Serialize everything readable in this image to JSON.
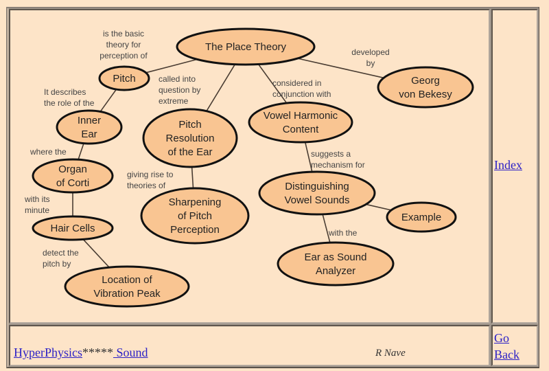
{
  "concept_map": {
    "nodes": [
      {
        "id": "place_theory",
        "lines": [
          "The Place Theory"
        ]
      },
      {
        "id": "pitch",
        "lines": [
          "Pitch"
        ]
      },
      {
        "id": "bekesy",
        "lines": [
          "Georg",
          "von Bekesy"
        ]
      },
      {
        "id": "inner_ear",
        "lines": [
          "Inner",
          "Ear"
        ]
      },
      {
        "id": "pitch_resolution",
        "lines": [
          "Pitch",
          "Resolution",
          "of the Ear"
        ]
      },
      {
        "id": "vowel_harmonic",
        "lines": [
          "Vowel Harmonic",
          "Content"
        ]
      },
      {
        "id": "organ_corti",
        "lines": [
          "Organ",
          "of Corti"
        ]
      },
      {
        "id": "sharpening",
        "lines": [
          "Sharpening",
          "of Pitch",
          "Perception"
        ]
      },
      {
        "id": "distinguishing",
        "lines": [
          "Distinguishing",
          "Vowel Sounds"
        ]
      },
      {
        "id": "example",
        "lines": [
          "Example"
        ]
      },
      {
        "id": "hair_cells",
        "lines": [
          "Hair Cells"
        ]
      },
      {
        "id": "ear_analyzer",
        "lines": [
          "Ear as Sound",
          "Analyzer"
        ]
      },
      {
        "id": "vibration_peak",
        "lines": [
          "Location of",
          "Vibration Peak"
        ]
      }
    ],
    "links": [
      {
        "from": "place_theory",
        "to": "pitch",
        "label": [
          "is the basic",
          "theory for",
          "perception of"
        ]
      },
      {
        "from": "place_theory",
        "to": "bekesy",
        "label": [
          "developed",
          "by"
        ]
      },
      {
        "from": "place_theory",
        "to": "pitch_resolution",
        "label": [
          "called into",
          "question by",
          "extreme"
        ]
      },
      {
        "from": "place_theory",
        "to": "vowel_harmonic",
        "label": [
          "considered in",
          "conjunction with"
        ]
      },
      {
        "from": "pitch",
        "to": "inner_ear",
        "label": [
          "It describes",
          "the role of the"
        ]
      },
      {
        "from": "inner_ear",
        "to": "organ_corti",
        "label": [
          "where the"
        ]
      },
      {
        "from": "organ_corti",
        "to": "hair_cells",
        "label": [
          "with its",
          "minute"
        ]
      },
      {
        "from": "hair_cells",
        "to": "vibration_peak",
        "label": [
          "detect the",
          "pitch by"
        ]
      },
      {
        "from": "pitch_resolution",
        "to": "sharpening",
        "label": [
          "giving rise to",
          "theories of"
        ]
      },
      {
        "from": "vowel_harmonic",
        "to": "distinguishing",
        "label": [
          "suggests a",
          "mechanism for"
        ]
      },
      {
        "from": "distinguishing",
        "to": "example",
        "label": []
      },
      {
        "from": "distinguishing",
        "to": "ear_analyzer",
        "label": [
          "with the"
        ]
      }
    ]
  },
  "nav": {
    "index_label": "Index",
    "go_back_line1": "Go",
    "go_back_line2": "Back",
    "hyperphysics_label": "HyperPhysics",
    "separator": "*****",
    "sound_label": " Sound",
    "author": "R Nave"
  },
  "colors": {
    "background": "#fde4c8",
    "node_fill": "#f9c592",
    "node_stroke": "#111111",
    "link_color": "#2a1fc6"
  }
}
